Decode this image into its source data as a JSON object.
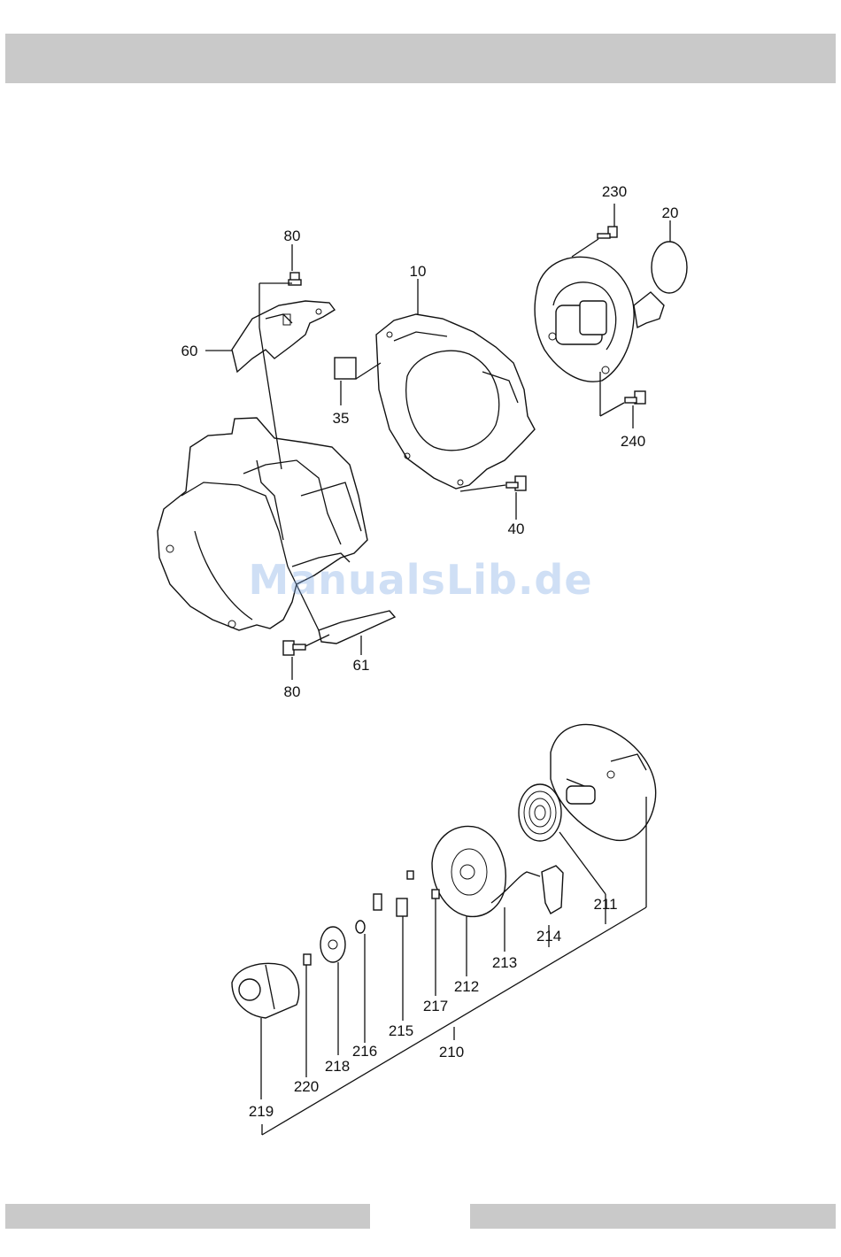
{
  "watermark": "ManualsLib.de",
  "diagram": {
    "labels": {
      "l230": "230",
      "l20": "20",
      "l80a": "80",
      "l10": "10",
      "l60": "60",
      "l35": "35",
      "l240": "240",
      "l40": "40",
      "l61": "61",
      "l80b": "80",
      "l211": "211",
      "l214": "214",
      "l213": "213",
      "l212": "212",
      "l217": "217",
      "l215": "215",
      "l216": "216",
      "l210": "210",
      "l218": "218",
      "l220": "220",
      "l219": "219"
    }
  }
}
